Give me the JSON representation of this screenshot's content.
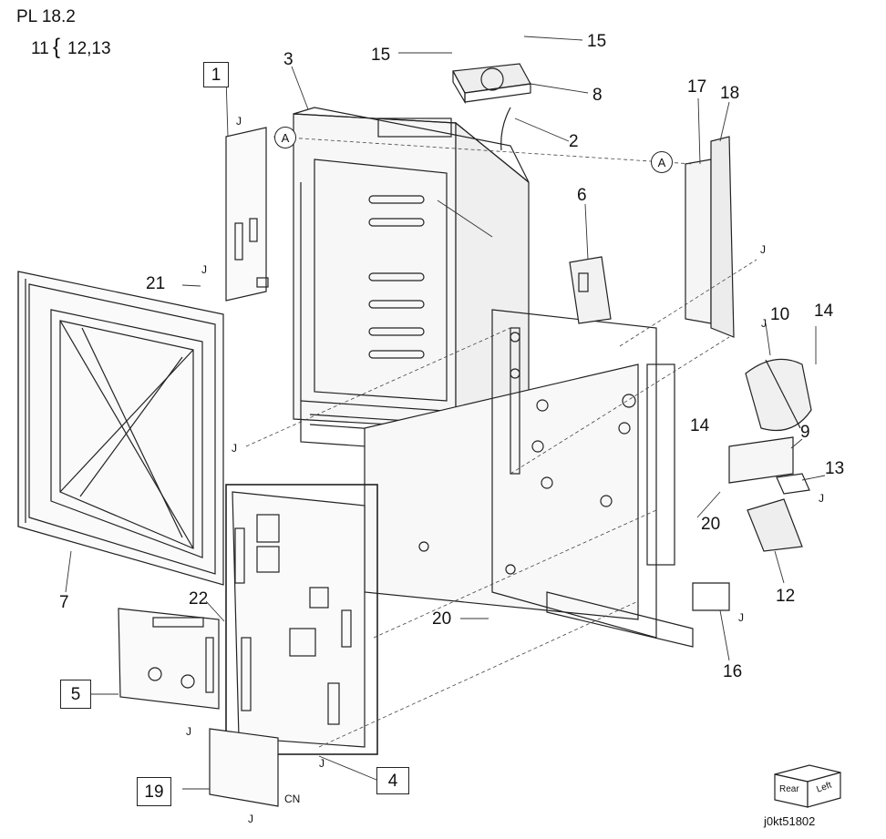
{
  "header": {
    "plate": "PL 18.2",
    "sub_prefix": "11",
    "brace": "{",
    "sub_items": "12,13"
  },
  "callouts": {
    "c1": "1",
    "c2": "2",
    "c3": "3",
    "c4": "4",
    "c5": "5",
    "c6": "6",
    "c7": "7",
    "c8": "8",
    "c9": "9",
    "c10": "10",
    "c12": "12",
    "c13": "13",
    "c14a": "14",
    "c14b": "14",
    "c15a": "15",
    "c15b": "15",
    "c16": "16",
    "c17": "17",
    "c18": "18",
    "c19": "19",
    "c20a": "20",
    "c20b": "20",
    "c21": "21",
    "c22": "22"
  },
  "markers": {
    "a1": "A",
    "a2": "A"
  },
  "connectors": {
    "j": "J",
    "cn": "CN"
  },
  "orientation": {
    "rear": "Rear",
    "left": "Left"
  },
  "figure_code": "j0kt51802",
  "colors": {
    "line": "#222222",
    "light": "#777777",
    "fill": "#f4f4f4"
  }
}
